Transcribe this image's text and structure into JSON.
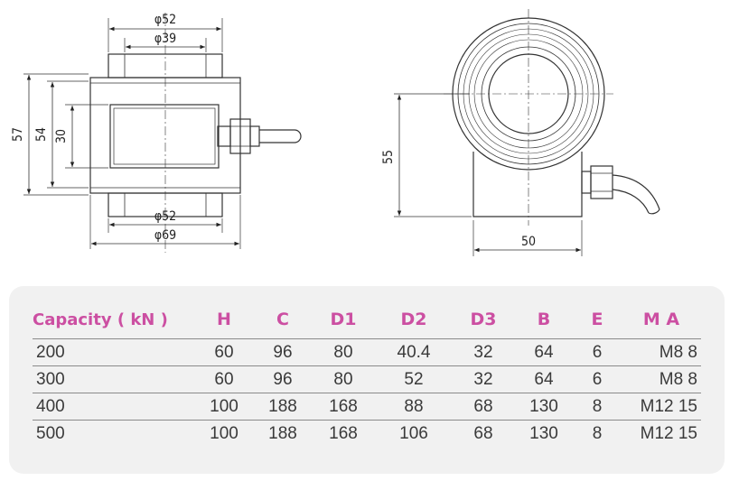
{
  "drawing": {
    "side_view": {
      "dims": {
        "top_outer": "φ52",
        "top_inner": "φ39",
        "bottom_inner": "φ52",
        "bottom_outer": "φ69",
        "height_total": "57",
        "height_body": "54",
        "height_window": "30"
      }
    },
    "front_view": {
      "dims": {
        "height": "55",
        "width": "50"
      }
    }
  },
  "table": {
    "headers": [
      "Capacity ( kN )",
      "H",
      "C",
      "D1",
      "D2",
      "D3",
      "B",
      "E",
      "M  A"
    ],
    "rows": [
      [
        "200",
        "60",
        "96",
        "80",
        "40.4",
        "32",
        "64",
        "6",
        "M8 8"
      ],
      [
        "300",
        "60",
        "96",
        "80",
        "52",
        "32",
        "64",
        "6",
        "M8 8"
      ],
      [
        "400",
        "100",
        "188",
        "168",
        "88",
        "68",
        "130",
        "8",
        "M12 15"
      ],
      [
        "500",
        "100",
        "188",
        "168",
        "106",
        "68",
        "130",
        "8",
        "M12 15"
      ]
    ]
  }
}
